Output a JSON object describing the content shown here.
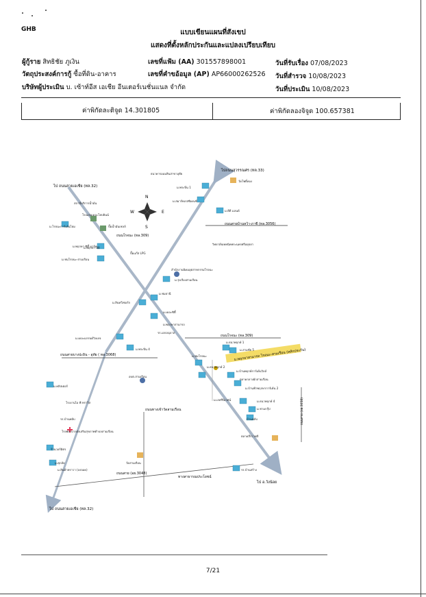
{
  "header": {
    "brand": "GHB",
    "title": "แบบเขียนแผนที่สังเขป",
    "subtitle": "แสดงที่ตั้งหลักประกันและแปลงเปรียบเทียบ",
    "borrower_label": "ผู้กู้ราย",
    "borrower_value": "สิทธิชัย ภูเงิน",
    "purpose_label": "วัตถุประสงค์การกู้",
    "purpose_value": "ซื้อที่ดิน-อาคาร",
    "company_label": "บริษัทผู้ประเมิน",
    "company_value": "บ. เซ้าท์อีส เอเชีย อีนเตอร์เนชั่นแนล จำกัด",
    "file_no_label": "เลขที่แฟ้ม (AA)",
    "file_no_value": "301557898001",
    "request_no_label": "เลขที่คำขอ้อมูล (AP)",
    "request_no_value": "AP66000262526",
    "received_label": "วันที่รับเรื่อง",
    "received_value": "07/08/2023",
    "survey_label": "วันที่สำรวจ",
    "survey_value": "10/08/2023",
    "appraise_label": "วันที่ประเมิน",
    "appraise_value": "10/08/2023"
  },
  "coords": {
    "lat_label": "ค่าพิกัดละติจูด",
    "lat_value": "14.301805",
    "lon_label": "ค่าพิกัดลองจิจูด",
    "lon_value": "100.657381"
  },
  "map": {
    "compass": {
      "n": "N",
      "s": "S",
      "e": "E",
      "w": "W"
    },
    "roads": {
      "to_asia_top": "ไป ถนนสายเอเชีย (ทล.32)",
      "to_saraburi": "ไปถนนสุวรรณศร (ทล.33)",
      "wang_nam_kasi": "ถนนสายบ้านหว้า-ภาชี (ทล.3056)",
      "rojana_309_top": "ถนนโรจนะ (ทล.309)",
      "bangpahan": "ถนนสายบางปะอิน - อุทัย ( ทล.3068)",
      "rojana_309": "ถนนโรจนะ (ทล.309)",
      "khao_sam_ruean": "ถนนทางเข้าวัดสามเรือน",
      "side_road": "ถนนสาย (อย.3058)",
      "road_3048": "ถนนสาย (อย.3048)",
      "rural_road": "ทางสาธารณประโยชน์",
      "to_asia_bottom": "ไป ถนนสายเอเชีย (ทล.32)",
      "to_wangnoi": "ไป อ.วังน้อย"
    },
    "subject": "ม.พฤกษาสามารถ ไรจนะ-สามเรือน (หลักประกัน)",
    "places": [
      "ธนาคารออมสินสาขาอุทัย",
      "ม.พระปิ่น 1",
      "ม.สมาร์ทเรสซิเดนซ์",
      "วัดโพธิ์ทอง",
      "ม.ดีดี แลนด์",
      "สถานีบริการน้ำมัน",
      "โรงแรมเดอะโฮปอินน์",
      "ม.โรจนะการ์เด้นโฮม",
      "ปั๊มน้ำมันเชลล์",
      "ม.พฤกษา 88",
      "วิทยาลัยเทคนิคพระนครศรีอยุธยา",
      "ม.พฤกษา ซิตี้ มาร์ท",
      "ม.ชนโรจนะ-สามเรือน",
      "ปั๊มแก๊ส LPG",
      "สำนักงานนิคมอุตสาหกรรมโรจนะ",
      "ม.รุ่งเรืองสามเรือน",
      "ม.ชมธานี",
      "ม.สินทวีเซอร์ก",
      "ม.เดอะซิตี้",
      "ม.พฤกษาสามารถ",
      "ม.ธนาพฤกษ์ 1",
      "ม.เดอะแกรนด์วิลเลจ",
      "รร.เอกอนุบาล",
      "ม.สามชัย 5",
      "ม.พระปิ่น 4",
      "ม.พระปิ่น 5",
      "ม.บ้านพฤกษ์การ์เด้นวิลล์",
      "ม.ธนาพฤกษ์ 2",
      "ม.ชมโรจนะ",
      "อบต.สามเรือน",
      "ตลาดกลางผักสามเรือน",
      "ม.บ้านฟ้าพฤกษาการ์เด้น 2",
      "ม.เกศรีนิเวศน์",
      "ม.ธนาพฤกษ์ 4",
      "ม.ชามกรุ๊ป",
      "ม.คลิสเตอร์",
      "โรงงานไอ พี ทราวิส",
      "วัดพราหมณ์",
      "รร.บ้านพลับ",
      "บ้านพลับ",
      "โรงพยาบาลส่งเสริมสุขภาพตำบลสามเรือน",
      "ตลาดสี่รวาฟลี",
      "ร้านวอร์มิตร",
      "วัดสามเรือน",
      "ม.ศุภลัย",
      "ม.สินค้าทราวา (ลงจอด)",
      "รร.บ้านสร้าง"
    ]
  },
  "footer": {
    "page": "7/21"
  },
  "colors": {
    "road": "#a9b7c8",
    "road_dark": "#8b9db3",
    "subject_highlight": "#f2d64b",
    "building": "#4aaed6"
  }
}
